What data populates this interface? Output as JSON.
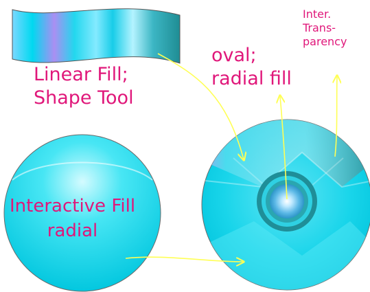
{
  "labels": {
    "linear_fill": [
      "Linear Fill;",
      "Shape Tool"
    ],
    "oval": [
      "oval;",
      "radial fill"
    ],
    "inter_transparency": [
      "Inter.",
      "Trans-",
      "parency"
    ],
    "interactive_fill": [
      "Interactive Fill",
      "radial"
    ]
  },
  "colors": {
    "label_text": "#e0177a",
    "arrow": "#ffff55",
    "cyan_main": "#00e0f0",
    "cyan_light": "#bff6ff",
    "violet_stripe": "#b18cf2",
    "teal_dark": "#1c8a92"
  }
}
